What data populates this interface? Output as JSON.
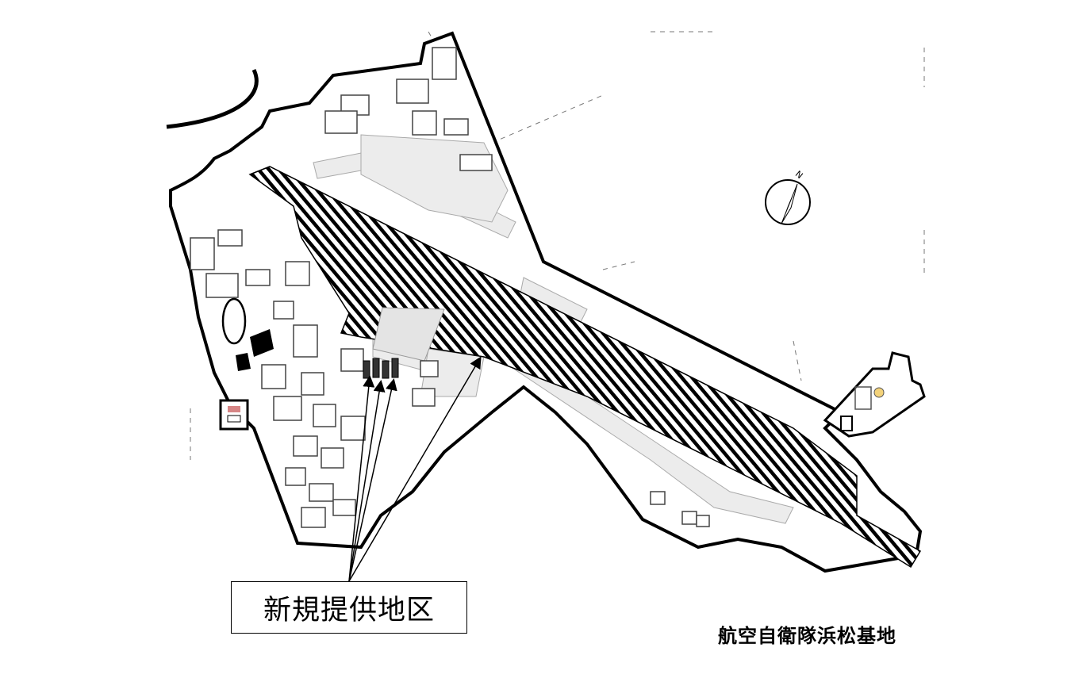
{
  "map": {
    "callout_label": "新規提供地区",
    "base_name": "航空自衛隊浜松基地",
    "compass_letter": "N",
    "colors": {
      "boundary": "#000000",
      "hatch": "#000000",
      "taxiway": "#e8e8e8",
      "building": "#555555",
      "background": "#ffffff"
    }
  }
}
